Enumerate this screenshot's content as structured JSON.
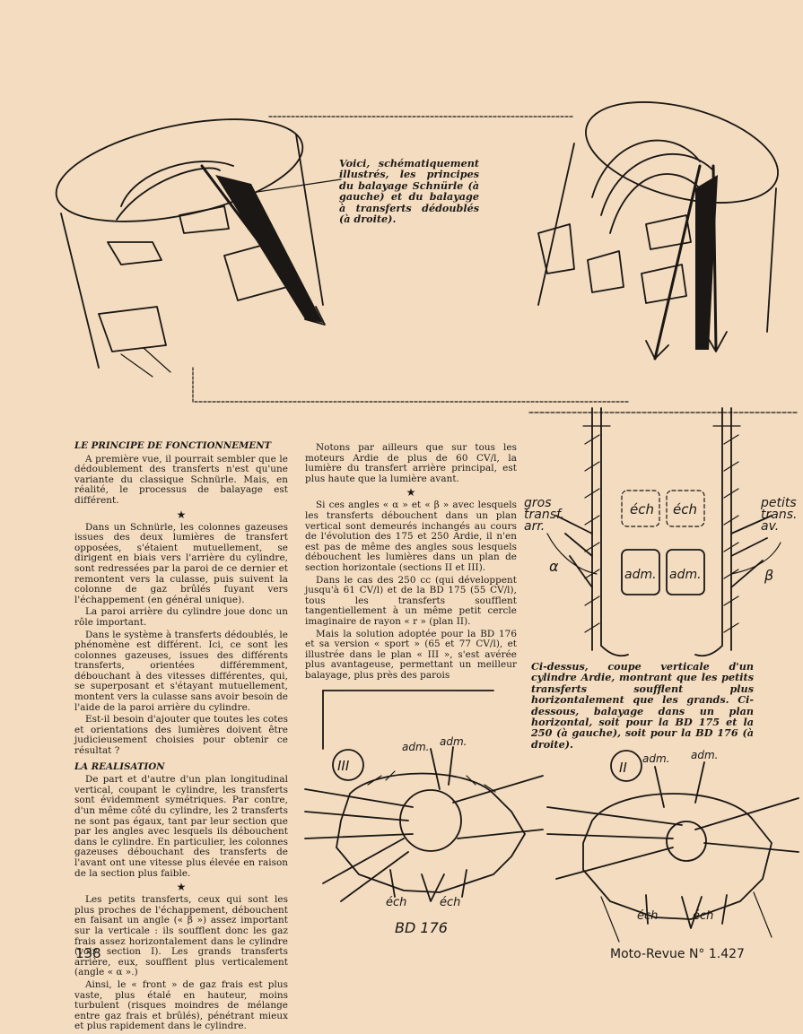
{
  "captions": {
    "top": "Voici, schématiquement illustrés, les principes du balayage Schnürle (à gauche) et du balayage à transferts dédoublés (à droite).",
    "right": "Ci-dessus, coupe verticale d'un cylindre Ardie, montrant que les petits transferts soufflent plus horizontalement que les grands. Ci-dessous, balayage dans un plan horizontal, soit pour la BD 175 et la 250 (à gauche), soit pour la BD 176 (à droite)."
  },
  "diagram_labels": {
    "gros_transf_arr": "gros transf. arr.",
    "petits_trans_av": "petits trans. av.",
    "ech": "éch",
    "adm": "adm.",
    "plan_iii": "III",
    "plan_ii": "II",
    "bd176": "BD 176"
  },
  "col1": {
    "heading1": "LE PRINCIPE DE FONCTIONNEMENT",
    "p1": "A première vue, il pourrait sembler que le dédoublement des transferts n'est qu'une variante du classique Schnürle. Mais, en réalité, le processus de balayage est différent.",
    "star1": "★",
    "p2": "Dans un Schnürle, les colonnes gazeuses issues des deux lumières de transfert opposées, s'étaient mutuellement, se dirigent en biais vers l'arrière du cylindre, sont redressées par la paroi de ce dernier et remontent vers la culasse, puis suivent la colonne de gaz brûlés fuyant vers l'échappement (en général unique).",
    "p3": "La paroi arrière du cylindre joue donc un rôle important.",
    "p4": "Dans le système à transferts dédoublés, le phénomène est différent. Ici, ce sont les colonnes gazeuses, issues des différents transferts, orientées différemment, débouchant à des vitesses différentes, qui, se superposant et s'étayant mutuellement, montent vers la culasse sans avoir besoin de l'aide de la paroi arrière du cylindre.",
    "p5": "Est-il besoin d'ajouter que toutes les cotes et orientations des lumières doivent être judicieusement choisies pour obtenir ce résultat ?",
    "heading2": "LA REALISATION",
    "p6": "De part et d'autre d'un plan longitudinal vertical, coupant le cylindre, les transferts sont évidemment symétriques. Par contre, d'un même côté du cylindre, les 2 transferts ne sont pas égaux, tant par leur section que par les angles avec lesquels ils débouchent dans le cylindre. En particulier, les colonnes gazeuses débouchant des transferts de l'avant ont une vitesse plus élevée en raison de la section plus faible.",
    "star2": "★",
    "p7": "Les petits transferts, ceux qui sont les plus proches de l'échappement, débouchent en faisant un angle (« β ») assez important sur la verticale : ils soufflent donc les gaz frais assez horizontalement dans le cylindre (voir section I). Les grands transferts arrière, eux, soufflent plus verticalement (angle « α ».)",
    "p8": "Ainsi, le « front » de gaz frais est plus vaste, plus étalé en hauteur, moins turbulent (risques moindres de mélange entre gaz frais et brûlés), pénétrant mieux et plus rapidement dans le cylindre."
  },
  "col2": {
    "p1": "Notons par ailleurs que sur tous les moteurs Ardie de plus de 60 CV/l, la lumière du transfert arrière principal, est plus haute que la lumière avant.",
    "star1": "★",
    "p2": "Si ces angles « α » et « β » avec lesquels les transferts débouchent dans un plan vertical sont demeurés inchangés au cours de l'évolution des 175 et 250 Ardie, il n'en est pas de même des angles sous lesquels débouchent les lumières dans un plan de section horizontale (sections II et III).",
    "p3": "Dans le cas des 250 cc (qui développent jusqu'à 61 CV/l) et de la BD 175 (55 CV/l), tous les transferts soufflent tangentiellement à un même petit cercle imaginaire de rayon « r » (plan II).",
    "p4": "Mais la solution adoptée pour la BD 176 et sa version « sport » (65 et 77 CV/l), et illustrée dans le plan « III », s'est avérée plus avantageuse, permettant un meilleur balayage, plus près des parois"
  },
  "footer": {
    "page_number": "138",
    "magazine": "Moto-Revue N° 1.427"
  }
}
